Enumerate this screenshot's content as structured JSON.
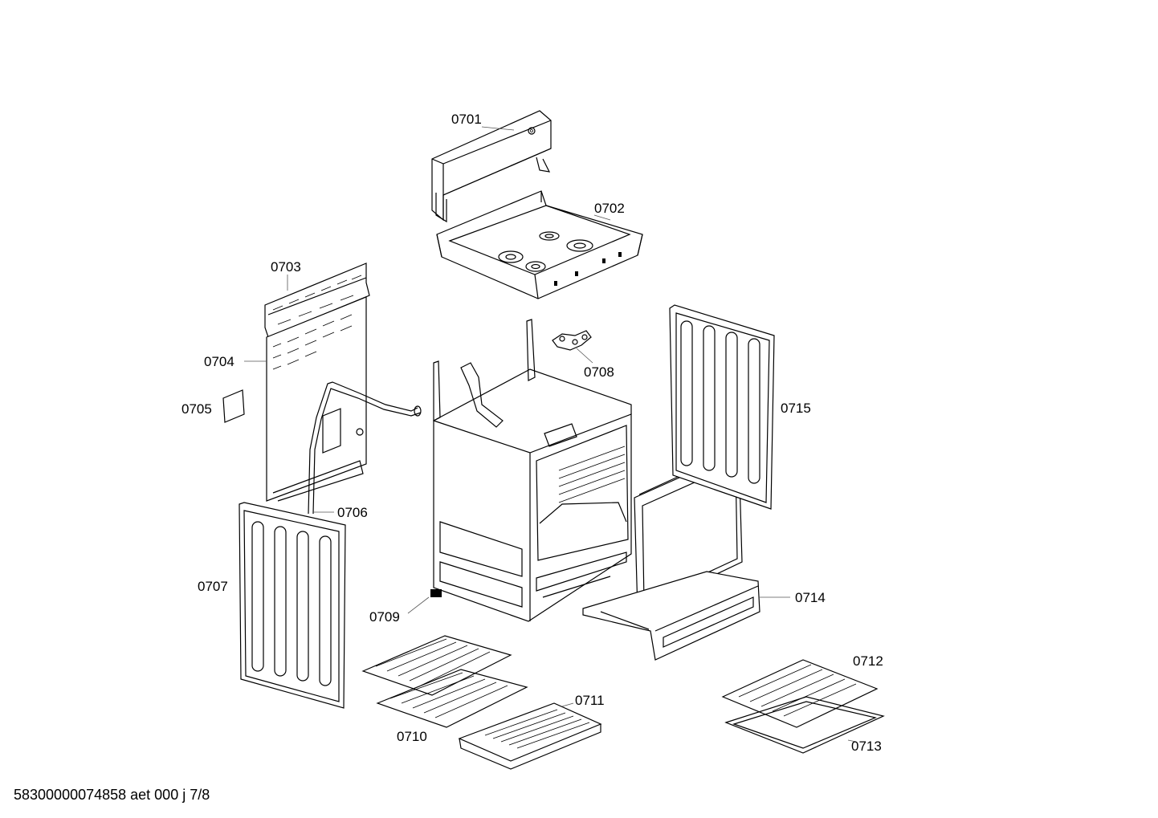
{
  "callouts": {
    "p0701": "0701",
    "p0702": "0702",
    "p0703": "0703",
    "p0704": "0704",
    "p0705": "0705",
    "p0706": "0706",
    "p0707": "0707",
    "p0708": "0708",
    "p0709": "0709",
    "p0710": "0710",
    "p0711": "0711",
    "p0712": "0712",
    "p0713": "0713",
    "p0714": "0714",
    "p0715": "0715"
  },
  "footer": "58300000074858 aet 000 j 7/8"
}
